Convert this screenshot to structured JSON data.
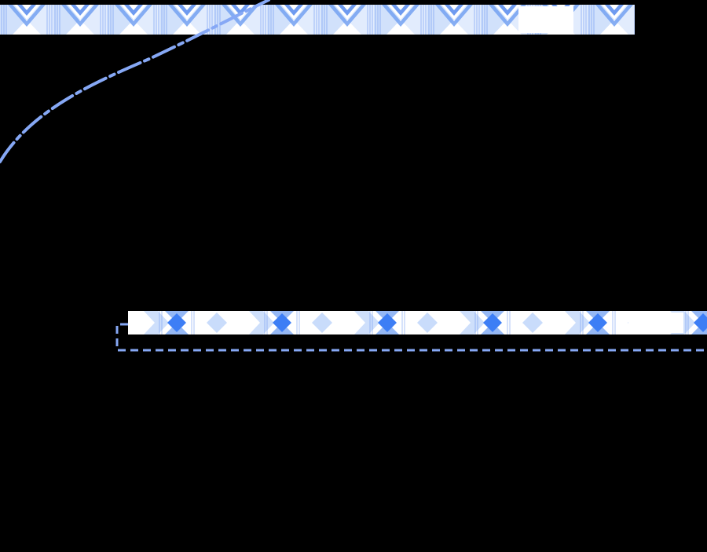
{
  "background_color": "#000000",
  "accent_color": "#86a8f5",
  "pattern_colors": {
    "strong": "#3d7ef5",
    "medium": "#7aa6f2",
    "light": "#c9dcfb",
    "base": "#ffffff"
  },
  "elements": {
    "top_band": {
      "pattern": "blue-gingham"
    },
    "connector_curve": {
      "style": "dash-dot"
    },
    "middle_band": {
      "pattern": "blue-gingham"
    },
    "selection_outline": {
      "style": "dashed"
    }
  }
}
